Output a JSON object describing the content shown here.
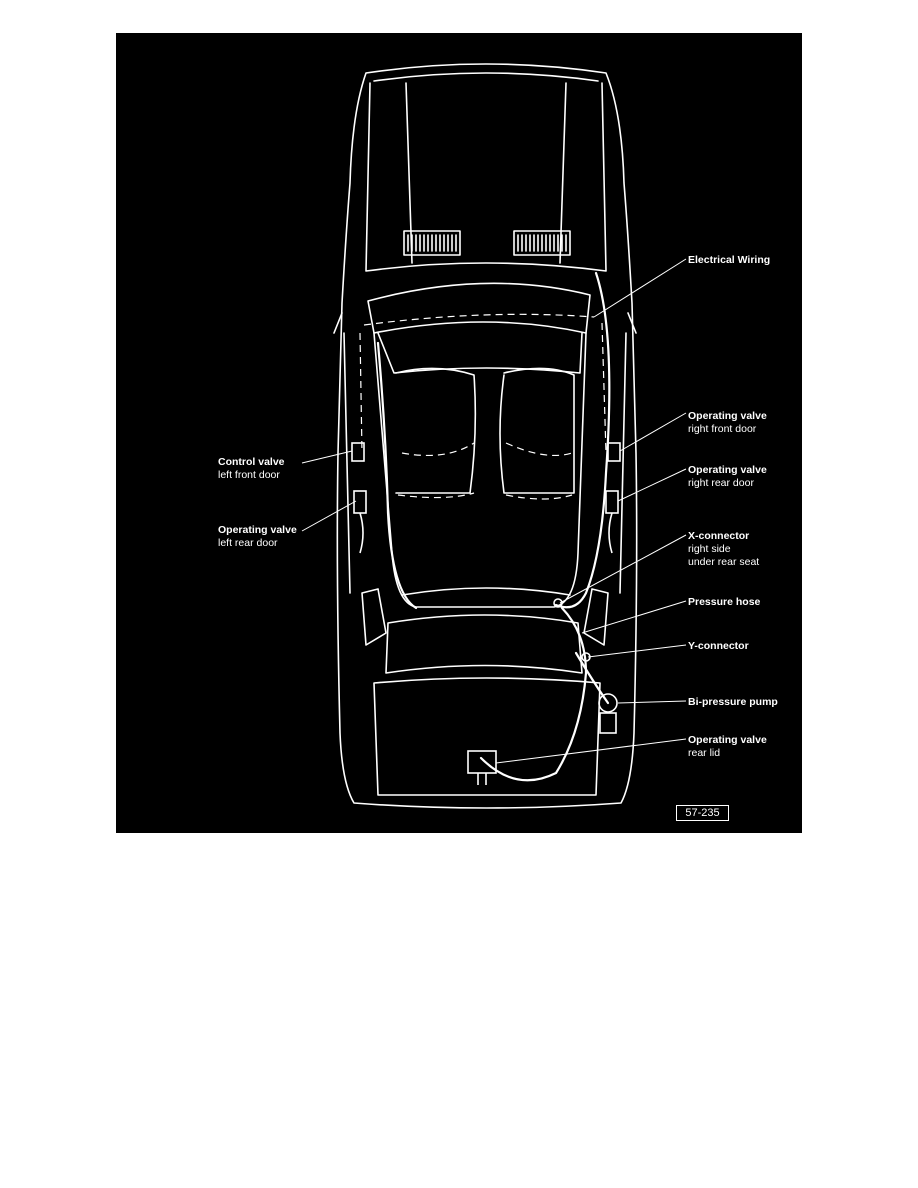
{
  "colors": {
    "background": "#000000",
    "lines": "#ffffff",
    "page": "#ffffff"
  },
  "figure_number": "57-235",
  "labels": {
    "electrical_wiring": {
      "line1": "Electrical Wiring",
      "line2": ""
    },
    "operating_valve_right_front": {
      "line1": "Operating valve",
      "line2": "right front door"
    },
    "control_valve_left_front": {
      "line1": "Control valve",
      "line2": "left front door"
    },
    "operating_valve_right_rear": {
      "line1": "Operating valve",
      "line2": "right rear door"
    },
    "operating_valve_left_rear": {
      "line1": "Operating valve",
      "line2": "left rear door"
    },
    "x_connector": {
      "line1": "X-connector",
      "line2": "right side",
      "line3": "under rear seat"
    },
    "pressure_hose": {
      "line1": "Pressure hose"
    },
    "y_connector": {
      "line1": "Y-connector"
    },
    "bi_pressure_pump": {
      "line1": "Bi-pressure pump"
    },
    "operating_valve_rear_lid": {
      "line1": "Operating valve",
      "line2": "rear lid"
    }
  }
}
